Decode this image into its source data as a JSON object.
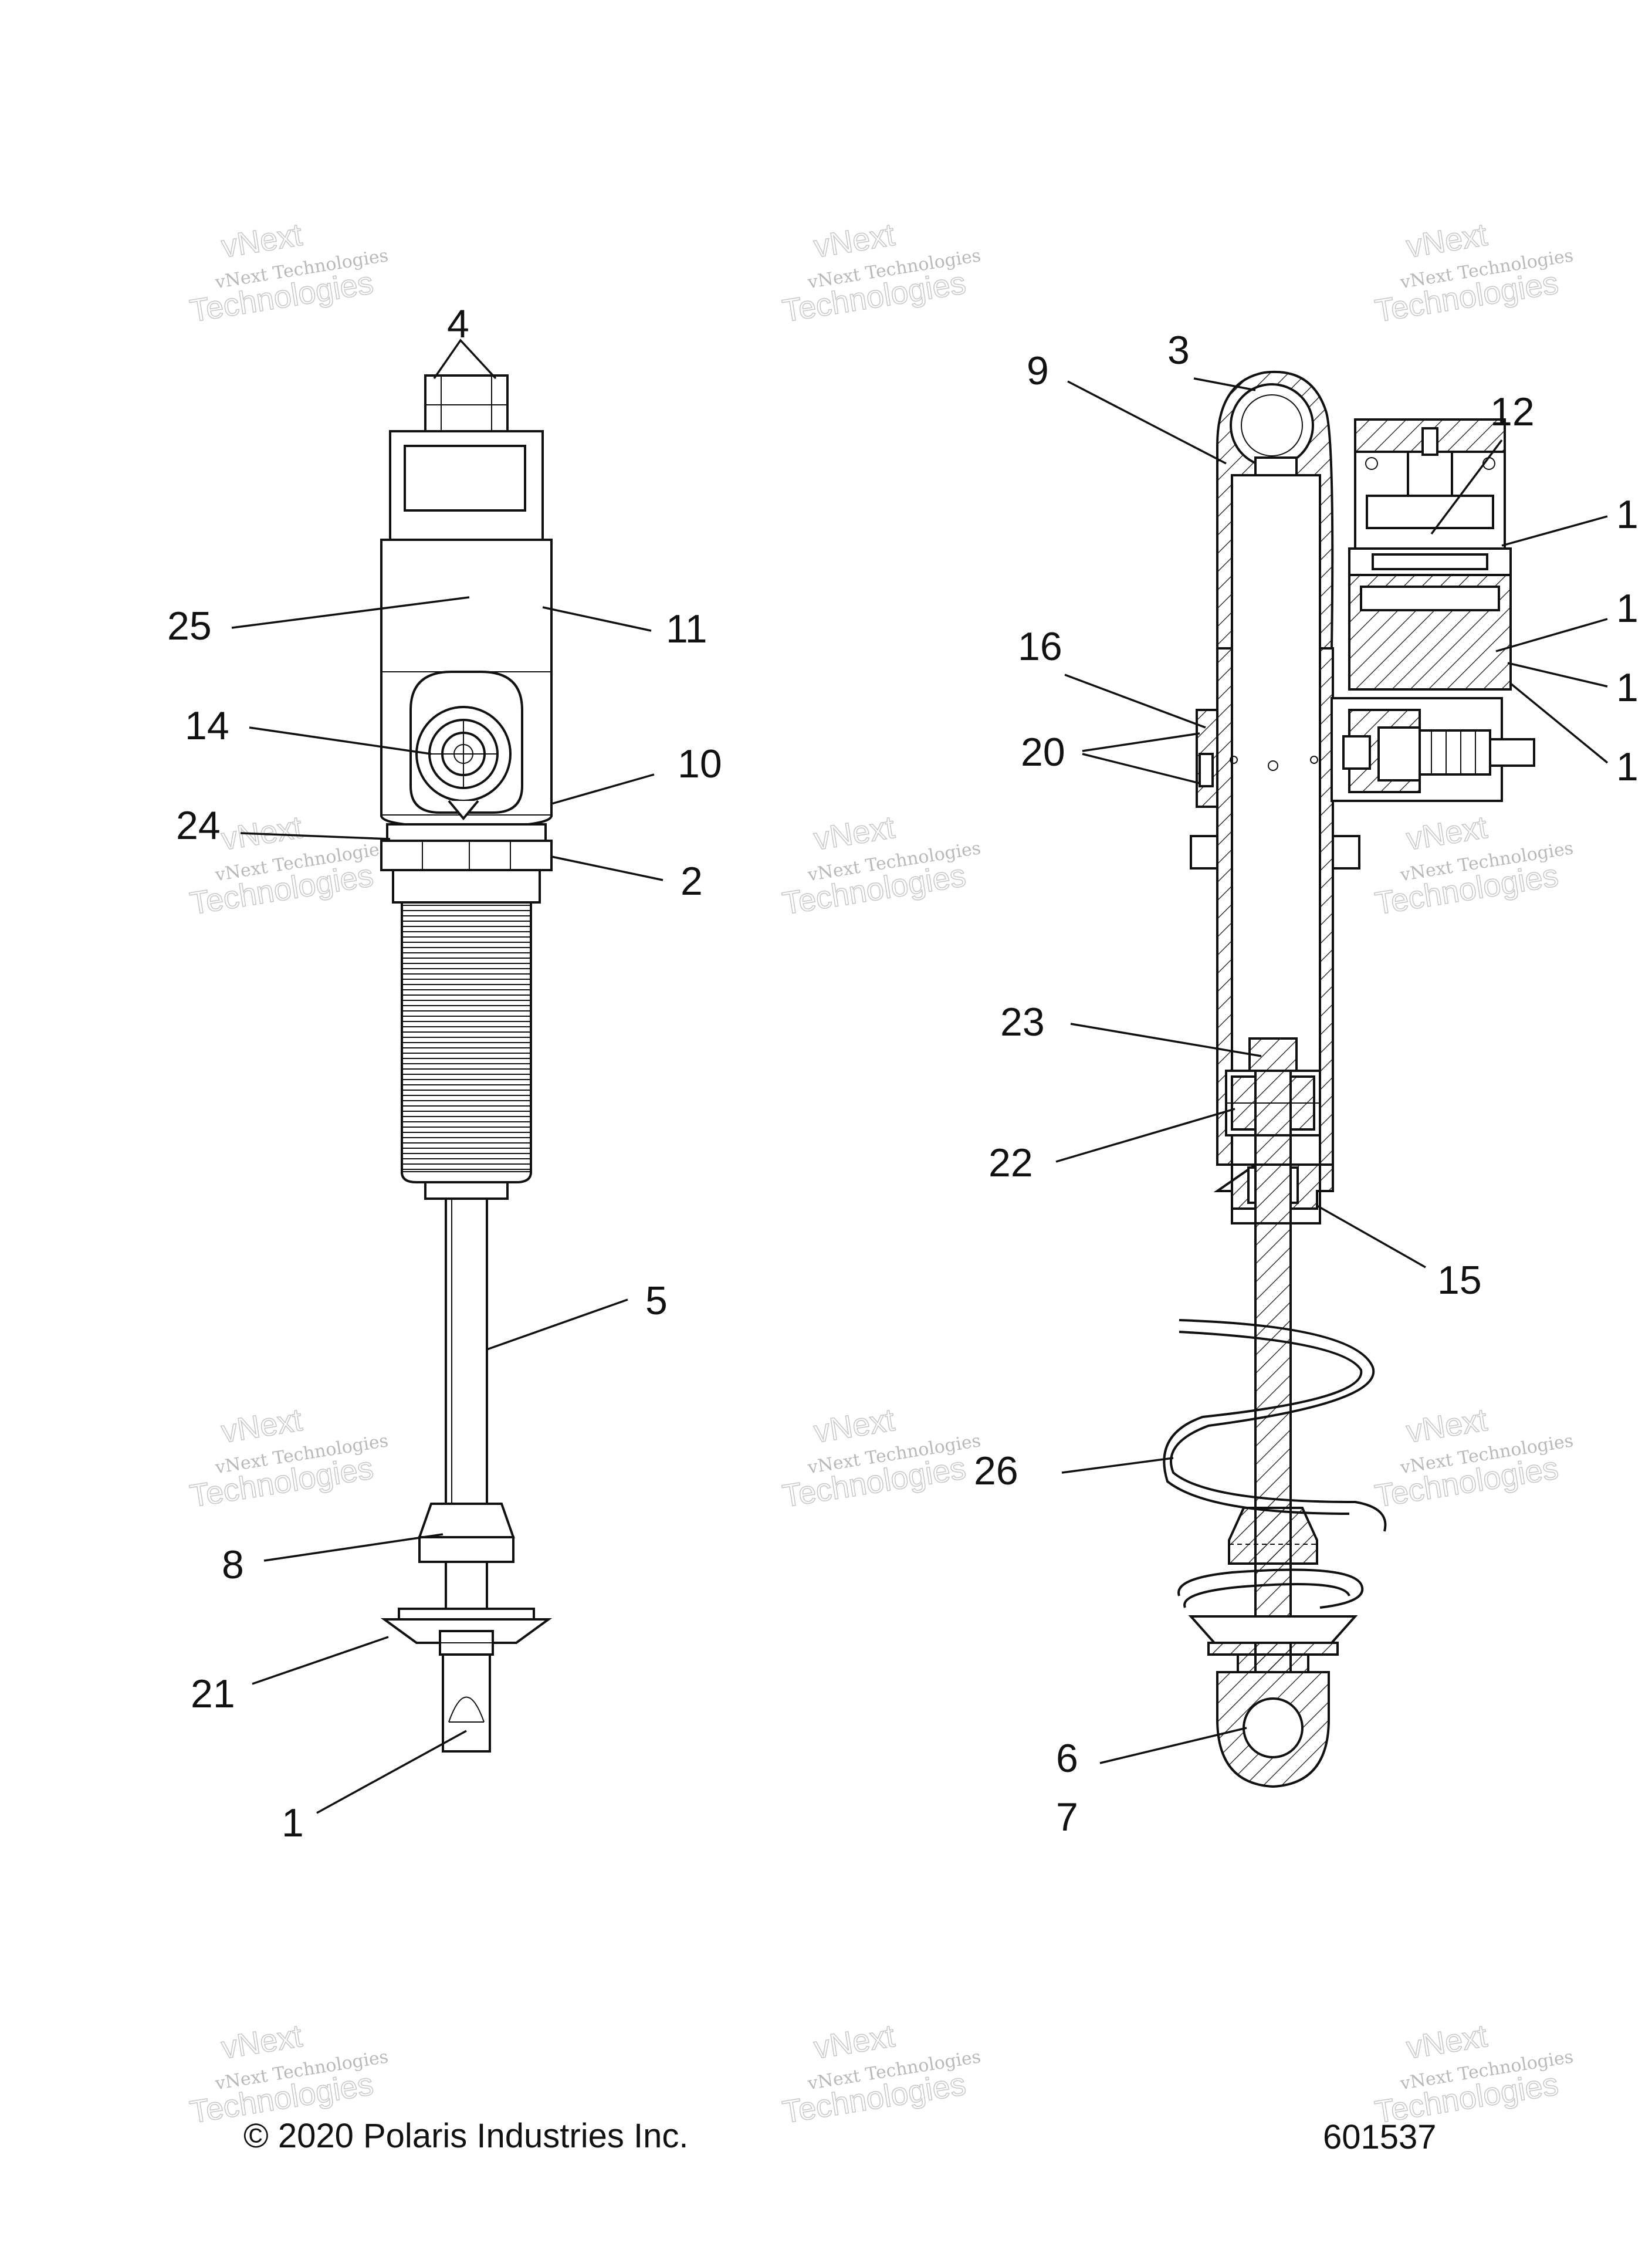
{
  "watermark": {
    "line1": "vNext Technologies",
    "line2": "vNext",
    "line3": "Technologies"
  },
  "left_callouts": [
    {
      "id": "4",
      "label": "4"
    },
    {
      "id": "25",
      "label": "25"
    },
    {
      "id": "11",
      "label": "11"
    },
    {
      "id": "14",
      "label": "14"
    },
    {
      "id": "10",
      "label": "10"
    },
    {
      "id": "24",
      "label": "24"
    },
    {
      "id": "2",
      "label": "2"
    },
    {
      "id": "5",
      "label": "5"
    },
    {
      "id": "8",
      "label": "8"
    },
    {
      "id": "21",
      "label": "21"
    },
    {
      "id": "1",
      "label": "1"
    }
  ],
  "right_callouts": [
    {
      "id": "3",
      "label": "3"
    },
    {
      "id": "12",
      "label": "12"
    },
    {
      "id": "9",
      "label": "9"
    },
    {
      "id": "16",
      "label": "16"
    },
    {
      "id": "20",
      "label": "20"
    },
    {
      "id": "r1a",
      "label": "1"
    },
    {
      "id": "r1b",
      "label": "1"
    },
    {
      "id": "r1c",
      "label": "1"
    },
    {
      "id": "r1d",
      "label": "1"
    },
    {
      "id": "23",
      "label": "23"
    },
    {
      "id": "22",
      "label": "22"
    },
    {
      "id": "15",
      "label": "15"
    },
    {
      "id": "26",
      "label": "26"
    },
    {
      "id": "6",
      "label": "6"
    },
    {
      "id": "7",
      "label": "7"
    }
  ],
  "footer": {
    "copyright": "© 2020 Polaris Industries Inc.",
    "figure_number": "601537"
  }
}
